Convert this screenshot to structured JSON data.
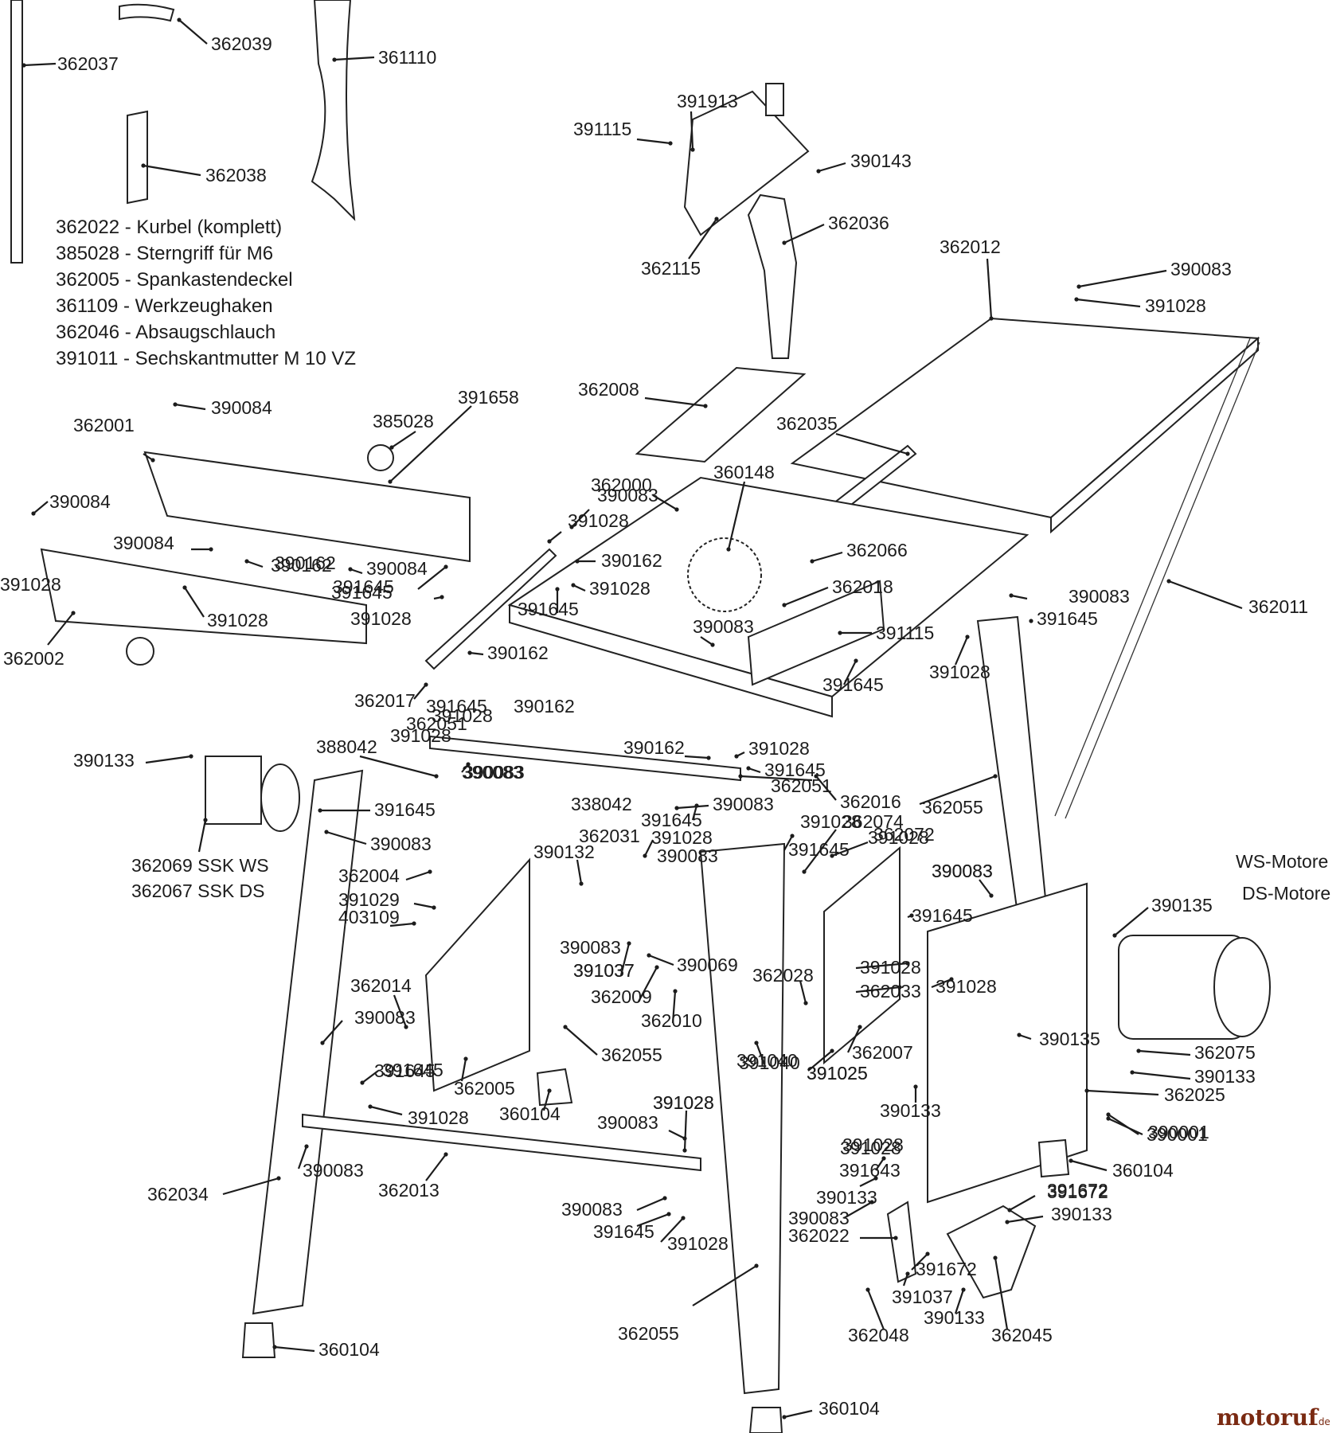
{
  "legend": [
    "362022 - Kurbel (komplett)",
    "385028 - Sterngriff für M6",
    "362005 - Spankastendeckel",
    "361109 - Werkzeughaken",
    "362046 - Absaugschlauch",
    "391011 - Sechskantmutter M 10 VZ"
  ],
  "motor_labels": [
    "WS-Motore",
    "DS-Motore"
  ],
  "watermark": {
    "main": "motoruf",
    "suffix": ".de",
    "color": "#7a2a12"
  },
  "callouts": [
    {
      "id": "362039",
      "text": "362039"
    },
    {
      "id": "362037",
      "text": "362037"
    },
    {
      "id": "361110",
      "text": "361110"
    },
    {
      "id": "362038",
      "text": "362038"
    },
    {
      "id": "391913",
      "text": "391913"
    },
    {
      "id": "391115",
      "text": "391115"
    },
    {
      "id": "390143",
      "text": "390143"
    },
    {
      "id": "362036",
      "text": "362036"
    },
    {
      "id": "362115",
      "text": "362115"
    },
    {
      "id": "362012",
      "text": "362012"
    },
    {
      "id": "390083",
      "text": "390083"
    },
    {
      "id": "391028",
      "text": "391028"
    },
    {
      "id": "391658",
      "text": "391658"
    },
    {
      "id": "390084",
      "text": "390084"
    },
    {
      "id": "362001",
      "text": "362001"
    },
    {
      "id": "385028",
      "text": "385028"
    },
    {
      "id": "362008",
      "text": "362008"
    },
    {
      "id": "362035",
      "text": "362035"
    },
    {
      "id": "362000",
      "text": "362000"
    },
    {
      "id": "360148",
      "text": "360148"
    },
    {
      "id": "390162",
      "text": "390162"
    },
    {
      "id": "362066",
      "text": "362066"
    },
    {
      "id": "362011",
      "text": "362011"
    },
    {
      "id": "391645",
      "text": "391645"
    },
    {
      "id": "362018",
      "text": "362018"
    },
    {
      "id": "391115b",
      "text": "391115"
    },
    {
      "id": "362002",
      "text": "362002"
    },
    {
      "id": "362017",
      "text": "362017"
    },
    {
      "id": "362051",
      "text": "362051"
    },
    {
      "id": "390133",
      "text": "390133"
    },
    {
      "id": "388042",
      "text": "388042"
    },
    {
      "id": "362016",
      "text": "362016"
    },
    {
      "id": "362055",
      "text": "362055"
    },
    {
      "id": "362074",
      "text": "362074"
    },
    {
      "id": "362072",
      "text": "362072"
    },
    {
      "id": "362069",
      "text": "362069 SSK WS"
    },
    {
      "id": "362067",
      "text": "362067 SSK DS"
    },
    {
      "id": "338042",
      "text": "338042"
    },
    {
      "id": "362031",
      "text": "362031"
    },
    {
      "id": "390132",
      "text": "390132"
    },
    {
      "id": "362004",
      "text": "362004"
    },
    {
      "id": "391029",
      "text": "391029"
    },
    {
      "id": "403109",
      "text": "403109"
    },
    {
      "id": "390135",
      "text": "390135"
    },
    {
      "id": "391037",
      "text": "391037"
    },
    {
      "id": "390069",
      "text": "390069"
    },
    {
      "id": "362009",
      "text": "362009"
    },
    {
      "id": "362010",
      "text": "362010"
    },
    {
      "id": "362014",
      "text": "362014"
    },
    {
      "id": "362028",
      "text": "362028"
    },
    {
      "id": "362033",
      "text": "362033"
    },
    {
      "id": "362007",
      "text": "362007"
    },
    {
      "id": "391040",
      "text": "391040"
    },
    {
      "id": "391025",
      "text": "391025"
    },
    {
      "id": "362075",
      "text": "362075"
    },
    {
      "id": "362025",
      "text": "362025"
    },
    {
      "id": "362005",
      "text": "362005"
    },
    {
      "id": "360104",
      "text": "360104"
    },
    {
      "id": "390001",
      "text": "390001"
    },
    {
      "id": "391643",
      "text": "391643"
    },
    {
      "id": "391672",
      "text": "391672"
    },
    {
      "id": "362034",
      "text": "362034"
    },
    {
      "id": "362013",
      "text": "362013"
    },
    {
      "id": "362022",
      "text": "362022"
    },
    {
      "id": "362048",
      "text": "362048"
    },
    {
      "id": "362045",
      "text": "362045"
    }
  ]
}
